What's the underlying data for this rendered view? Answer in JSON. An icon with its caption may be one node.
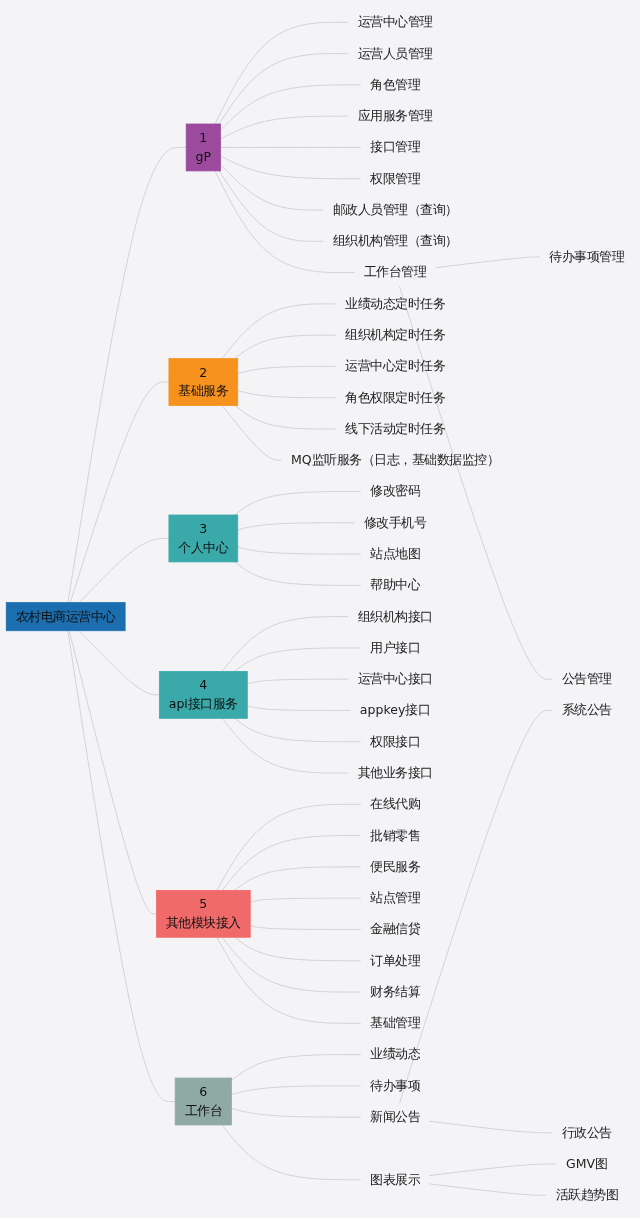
{
  "diagram": {
    "nodes": [
      {
        "text": [
          "农村电商运营中心"
        ]
      },
      {
        "text": [
          "1",
          "gP"
        ]
      },
      {
        "text": [
          "运营中心管理"
        ]
      },
      {
        "text": [
          "运营人员管理"
        ]
      },
      {
        "text": [
          "角色管理"
        ]
      },
      {
        "text": [
          "应用服务管理"
        ]
      },
      {
        "text": [
          "接口管理"
        ]
      },
      {
        "text": [
          "权限管理"
        ]
      },
      {
        "text": [
          "邮政人员管理（查询）"
        ]
      },
      {
        "text": [
          "组织机构管理（查询）"
        ]
      },
      {
        "text": [
          "工作台管理"
        ]
      },
      {
        "text": [
          "待办事项管理"
        ]
      },
      {
        "text": [
          "公告管理"
        ]
      },
      {
        "text": [
          "2",
          "基础服务"
        ]
      },
      {
        "text": [
          "业绩动态定时任务"
        ]
      },
      {
        "text": [
          "组织机构定时任务"
        ]
      },
      {
        "text": [
          "运营中心定时任务"
        ]
      },
      {
        "text": [
          "角色权限定时任务"
        ]
      },
      {
        "text": [
          "线下活动定时任务"
        ]
      },
      {
        "text": [
          "MQ监听服务（日志，基础数据监控）"
        ]
      },
      {
        "text": [
          "3",
          "个人中心"
        ]
      },
      {
        "text": [
          "修改密码"
        ]
      },
      {
        "text": [
          "修改手机号"
        ]
      },
      {
        "text": [
          "站点地图"
        ]
      },
      {
        "text": [
          "帮助中心"
        ]
      },
      {
        "text": [
          "4",
          "api接口服务"
        ]
      },
      {
        "text": [
          "组织机构接口"
        ]
      },
      {
        "text": [
          "用户接口"
        ]
      },
      {
        "text": [
          "运营中心接口"
        ]
      },
      {
        "text": [
          "appkey接口"
        ]
      },
      {
        "text": [
          "权限接口"
        ]
      },
      {
        "text": [
          "其他业务接口"
        ]
      },
      {
        "text": [
          "5",
          "其他模块接入"
        ]
      },
      {
        "text": [
          "在线代购"
        ]
      },
      {
        "text": [
          "批销零售"
        ]
      },
      {
        "text": [
          "便民服务"
        ]
      },
      {
        "text": [
          "站点管理"
        ]
      },
      {
        "text": [
          "金融信贷"
        ]
      },
      {
        "text": [
          "订单处理"
        ]
      },
      {
        "text": [
          "财务结算"
        ]
      },
      {
        "text": [
          "基础管理"
        ]
      },
      {
        "text": [
          "6",
          "工作台"
        ]
      },
      {
        "text": [
          "业绩动态"
        ]
      },
      {
        "text": [
          "待办事项"
        ]
      },
      {
        "text": [
          "新闻公告"
        ]
      },
      {
        "text": [
          "系统公告"
        ]
      },
      {
        "text": [
          "行政公告"
        ]
      },
      {
        "text": [
          "图表展示"
        ]
      },
      {
        "text": [
          "GMV图"
        ]
      },
      {
        "text": [
          "活跃趋势图"
        ]
      }
    ],
    "edges": [
      {
        "from": 0,
        "to": 1,
        "arrow": "none"
      },
      {
        "from": 1,
        "to": 2,
        "arrow": "none"
      },
      {
        "from": 1,
        "to": 3,
        "arrow": "none"
      },
      {
        "from": 1,
        "to": 4,
        "arrow": "none"
      },
      {
        "from": 1,
        "to": 5,
        "arrow": "none"
      },
      {
        "from": 1,
        "to": 6,
        "arrow": "none"
      },
      {
        "from": 1,
        "to": 7,
        "arrow": "none"
      },
      {
        "from": 1,
        "to": 8,
        "arrow": "none"
      },
      {
        "from": 1,
        "to": 9,
        "arrow": "none"
      },
      {
        "from": 1,
        "to": 10,
        "arrow": "none"
      },
      {
        "from": 10,
        "to": 11,
        "arrow": "none"
      },
      {
        "from": 10,
        "to": 12,
        "arrow": "none"
      },
      {
        "from": 0,
        "to": 13,
        "arrow": "none"
      },
      {
        "from": 13,
        "to": 14,
        "arrow": "none"
      },
      {
        "from": 13,
        "to": 15,
        "arrow": "none"
      },
      {
        "from": 13,
        "to": 16,
        "arrow": "none"
      },
      {
        "from": 13,
        "to": 17,
        "arrow": "none"
      },
      {
        "from": 13,
        "to": 18,
        "arrow": "none"
      },
      {
        "from": 13,
        "to": 19,
        "arrow": "none"
      },
      {
        "from": 0,
        "to": 20,
        "arrow": "none"
      },
      {
        "from": 20,
        "to": 21,
        "arrow": "none"
      },
      {
        "from": 20,
        "to": 22,
        "arrow": "none"
      },
      {
        "from": 20,
        "to": 23,
        "arrow": "none"
      },
      {
        "from": 20,
        "to": 24,
        "arrow": "none"
      },
      {
        "from": 0,
        "to": 25,
        "arrow": "none"
      },
      {
        "from": 25,
        "to": 26,
        "arrow": "none"
      },
      {
        "from": 25,
        "to": 27,
        "arrow": "none"
      },
      {
        "from": 25,
        "to": 28,
        "arrow": "none"
      },
      {
        "from": 25,
        "to": 29,
        "arrow": "none"
      },
      {
        "from": 25,
        "to": 30,
        "arrow": "none"
      },
      {
        "from": 25,
        "to": 31,
        "arrow": "none"
      },
      {
        "from": 0,
        "to": 32,
        "arrow": "none"
      },
      {
        "from": 32,
        "to": 33,
        "arrow": "none"
      },
      {
        "from": 32,
        "to": 34,
        "arrow": "none"
      },
      {
        "from": 32,
        "to": 35,
        "arrow": "none"
      },
      {
        "from": 32,
        "to": 36,
        "arrow": "none"
      },
      {
        "from": 32,
        "to": 37,
        "arrow": "none"
      },
      {
        "from": 32,
        "to": 38,
        "arrow": "none"
      },
      {
        "from": 32,
        "to": 39,
        "arrow": "none"
      },
      {
        "from": 32,
        "to": 40,
        "arrow": "none"
      },
      {
        "from": 0,
        "to": 41,
        "arrow": "none"
      },
      {
        "from": 41,
        "to": 42,
        "arrow": "none"
      },
      {
        "from": 41,
        "to": 43,
        "arrow": "none"
      },
      {
        "from": 41,
        "to": 44,
        "arrow": "none"
      },
      {
        "from": 44,
        "to": 45,
        "arrow": "none"
      },
      {
        "from": 44,
        "to": 46,
        "arrow": "none"
      },
      {
        "from": 41,
        "to": 47,
        "arrow": "none"
      },
      {
        "from": 47,
        "to": 48,
        "arrow": "none"
      },
      {
        "from": 47,
        "to": 49,
        "arrow": "none"
      }
    ]
  }
}
